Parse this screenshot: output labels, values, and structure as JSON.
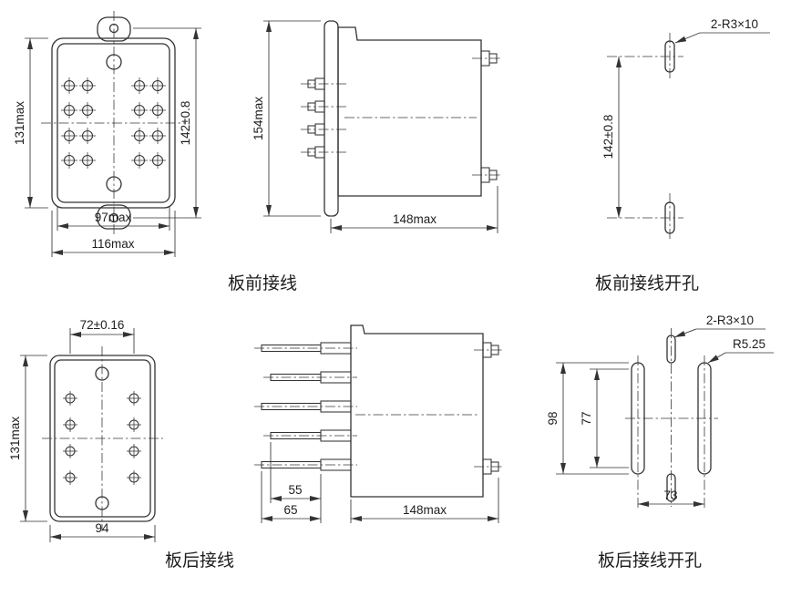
{
  "fig": {
    "front_view": {
      "height": "131max",
      "mount_hole_spacing": "142±0.8",
      "inner_width": "97max",
      "outer_width": "116max"
    },
    "front_side_view": {
      "height": "154max",
      "depth": "148max"
    },
    "front_drill": {
      "slot_callout": "2-R3×10",
      "hole_spacing": "142±0.8"
    },
    "rear_view": {
      "pin_field_width": "72±0.16",
      "height": "131max",
      "width": "94"
    },
    "rear_side_view": {
      "pin_length_short": "55",
      "pin_length_long": "65",
      "depth": "148max"
    },
    "rear_drill": {
      "slot_callout": "2-R3×10",
      "corner_radius": "R5.25",
      "outer_height": "98",
      "inner_height": "77",
      "slot_spacing": "73"
    },
    "captions": {
      "front_wiring": "板前接线",
      "front_wiring_cutout": "板前接线开孔",
      "rear_wiring": "板后接线",
      "rear_wiring_cutout": "板后接线开孔"
    }
  }
}
